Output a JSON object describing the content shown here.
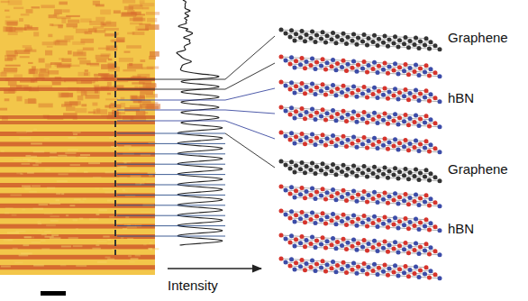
{
  "diagram": {
    "labels": [
      "Graphene",
      "hBN",
      "Graphene",
      "hBN",
      "Intensity"
    ]
  }
}
